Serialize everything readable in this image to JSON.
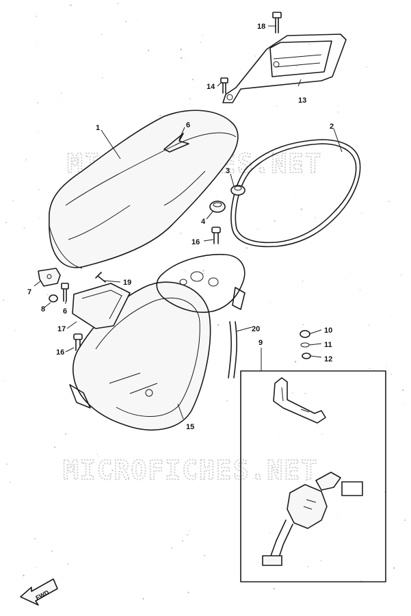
{
  "watermarks": [
    "MICROFICHES.NET",
    "MICROFICHES.NET"
  ],
  "direction_label": "FWD",
  "callouts": {
    "c1": "1",
    "c2": "2",
    "c3": "3",
    "c4": "4",
    "c6a": "6",
    "c6b": "6",
    "c7": "7",
    "c8": "8",
    "c9": "9",
    "c10": "10",
    "c11": "11",
    "c12": "12",
    "c13": "13",
    "c14": "14",
    "c15": "15",
    "c16a": "16",
    "c16b": "16",
    "c17": "17",
    "c18": "18",
    "c19": "19",
    "c20": "20"
  },
  "colors": {
    "line": "#1a1a1a",
    "watermark": "#d0d0d0"
  }
}
